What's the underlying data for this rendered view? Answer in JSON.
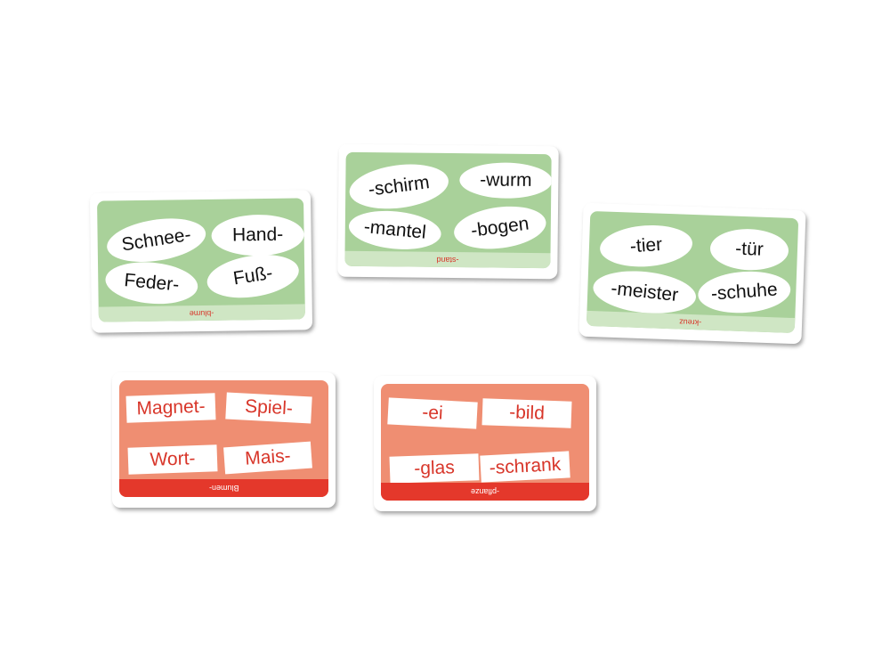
{
  "cards": [
    {
      "words": [
        "Schnee-",
        "Hand-",
        "Feder-",
        "Fuß-"
      ],
      "footer": "-blume"
    },
    {
      "words": [
        "-schirm",
        "-wurm",
        "-mantel",
        "-bogen"
      ],
      "footer": "-stand"
    },
    {
      "words": [
        "-tier",
        "-tür",
        "-meister",
        "-schuhe"
      ],
      "footer": "-kreuz"
    },
    {
      "words": [
        "Magnet-",
        "Spiel-",
        "Wort-",
        "Mais-"
      ],
      "footer": "Blumen-"
    },
    {
      "words": [
        "-ei",
        "-bild",
        "-glas",
        "-schrank"
      ],
      "footer": "-pflanze"
    }
  ],
  "colors": {
    "green": "#a9d19a",
    "salmon": "#ef8e72",
    "red": "#e4382b"
  }
}
